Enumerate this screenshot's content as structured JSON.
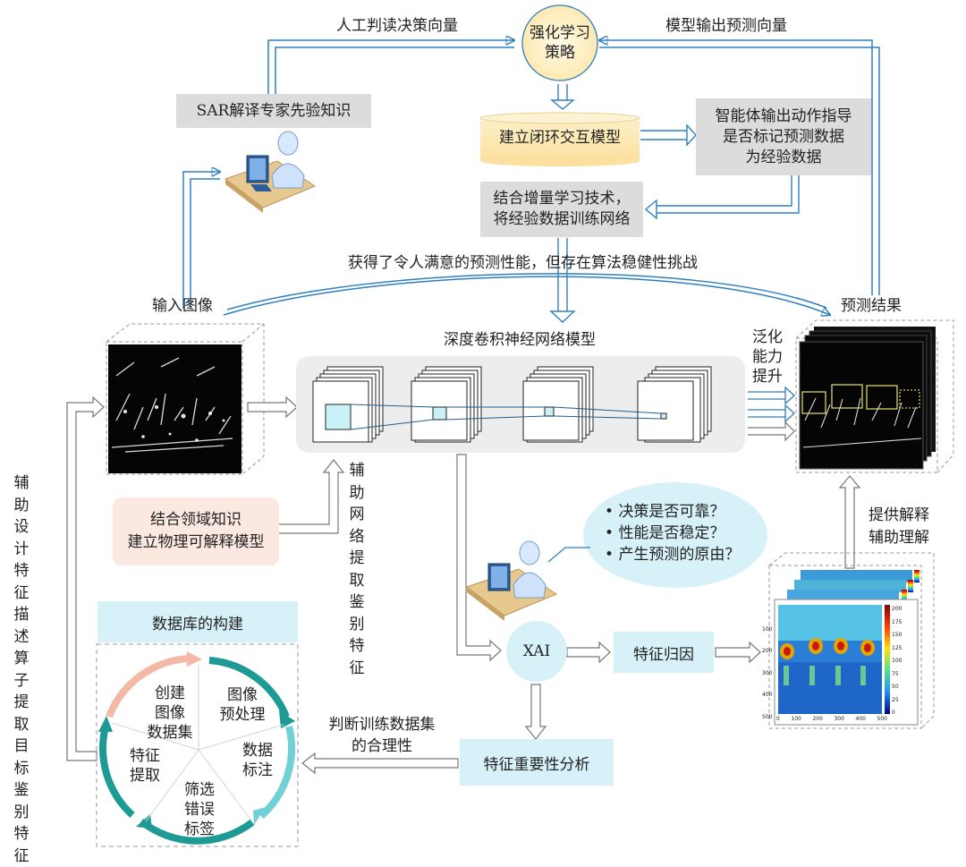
{
  "rl_policy": "强化学习\n策略",
  "manual_decision_vector": "人工判读决策向量",
  "model_output_vector": "模型输出预测向量",
  "sar_knowledge": "SAR解译专家先验知识",
  "closed_loop_model": "建立闭环交互模型",
  "agent_output": "智能体输出动作指导\n是否标记预测数据\n为经验数据",
  "incremental_learning": "结合增量学习技术，\n将经验数据训练网络",
  "satisfying_performance": "获得了令人满意的预测性能，但存在算法稳健性挑战",
  "input_image": "输入图像",
  "prediction_result": "预测结果",
  "cnn_model": "深度卷积神经网络模型",
  "generalization": "泛化\n能力\n提升",
  "domain_knowledge": "结合领域知识\n建立物理可解释模型",
  "assist_network": "辅助\n网络\n提取\n鉴别\n特征",
  "assist_operator": "辅助\n设计\n特征\n描述\n算子\n提取\n目标\n鉴别\n特征",
  "questions": [
    "决策是否可靠？",
    "性能是否稳定？",
    "产生预测的原由？"
  ],
  "explanation_aid": "提供解释\n辅助理解",
  "xai": "XAI",
  "feature_attribution": "特征归因",
  "database_title": "数据库的构建",
  "cycle": {
    "create": "创建\n图像\n数据集",
    "preprocess": "图像\n预处理",
    "annotate": "数据\n标注",
    "filter": "筛选\n错误\n标签",
    "extract": "特征\n提取"
  },
  "judge_dataset": "判断训练数据集\n的合理性",
  "feature_importance": "特征重要性分析",
  "heatmap_ticks": {
    "y": [
      "100",
      "200",
      "300",
      "400",
      "500"
    ],
    "x": [
      "0",
      "100",
      "200",
      "300",
      "400",
      "500"
    ],
    "colorbar": [
      "200",
      "175",
      "150",
      "125",
      "100",
      "75",
      "50",
      "25",
      "0"
    ]
  },
  "colors": {
    "arrow_blue": "#2f7fbf",
    "cyan_box": "#d6f1f8",
    "gray_box": "#dcdcdc",
    "pink_box": "#fbe8e0",
    "teal": "#1e9a94",
    "salmon": "#f4b9a6"
  }
}
